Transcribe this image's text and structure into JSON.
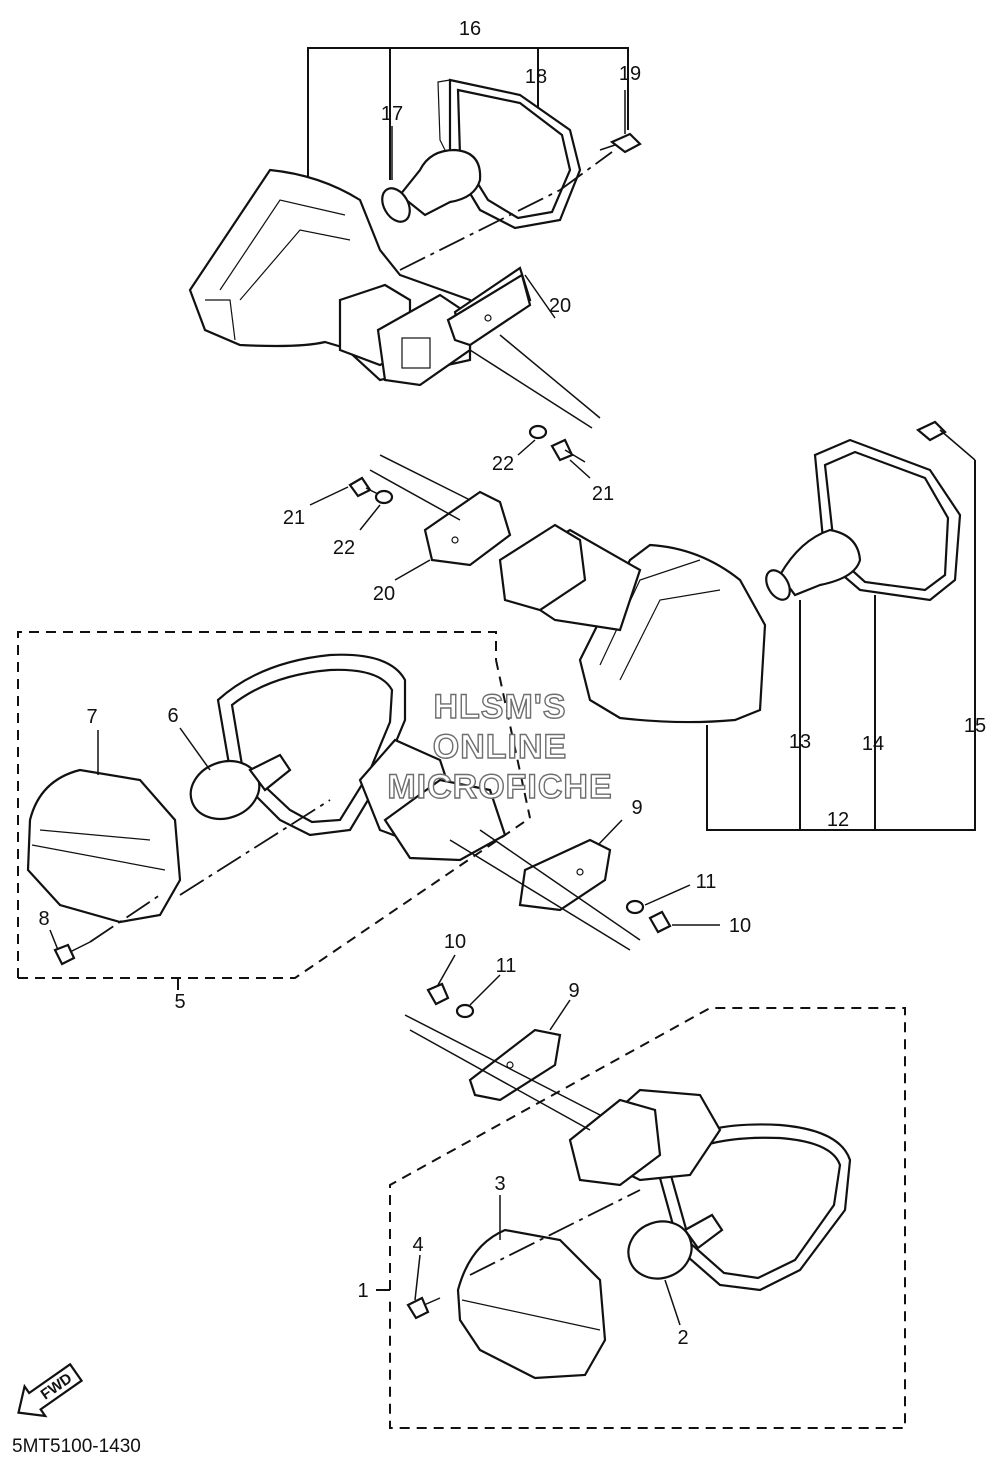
{
  "diagram": {
    "part_callouts": [
      "1",
      "2",
      "3",
      "4",
      "5",
      "6",
      "7",
      "8",
      "9",
      "9",
      "10",
      "10",
      "11",
      "11",
      "12",
      "13",
      "14",
      "15",
      "16",
      "17",
      "18",
      "19",
      "20",
      "20",
      "21",
      "21",
      "22",
      "22"
    ],
    "watermark": {
      "line1": "HLSM'S",
      "line2": "ONLINE",
      "line3": "MICROFICHE"
    },
    "direction_arrow": "FWD",
    "figure_code": "5MT5100-1430"
  }
}
